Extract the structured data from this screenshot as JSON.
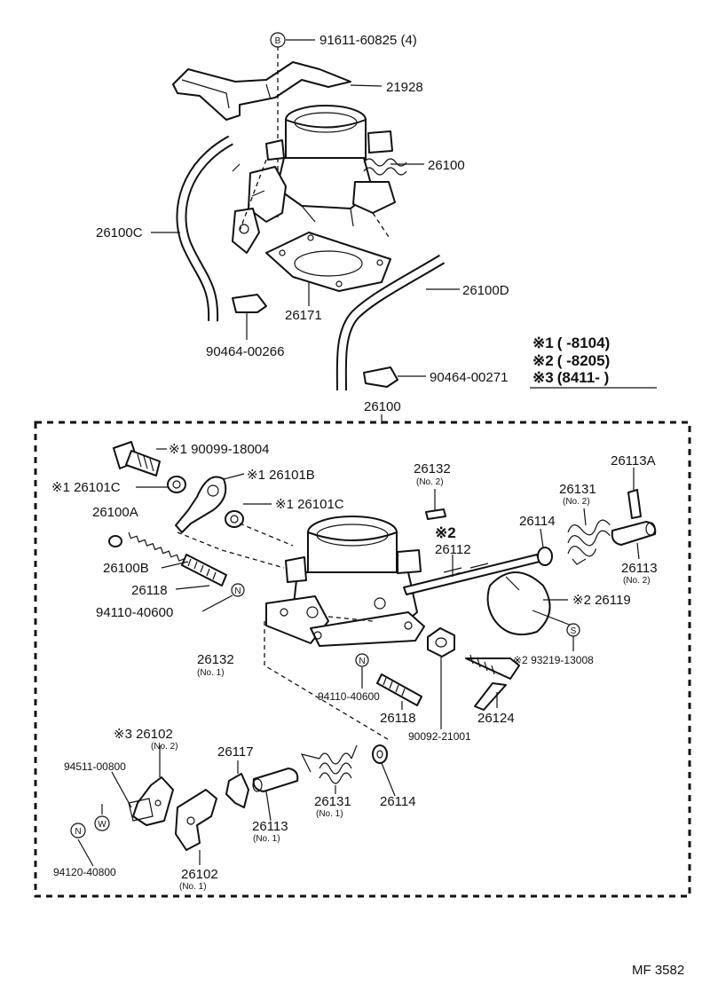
{
  "diagram": {
    "footer_code": "MF  3582",
    "assembly_label": "26100",
    "legend": [
      {
        "mark": "※1",
        "range": "(        -8104)"
      },
      {
        "mark": "※2",
        "range": "(        -8205)"
      },
      {
        "mark": "※3",
        "range": "(8411-        )"
      }
    ],
    "callouts": {
      "p91611": "91611-60825 (4)",
      "p21928": "21928",
      "p26100": "26100",
      "p26100C": "26100C",
      "p26100D": "26100D",
      "p26171": "26171",
      "p90464a": "90464-00266",
      "p90464b": "90464-00271",
      "p90099": "※1 90099-18004",
      "p26101C_a": "※1 26101C",
      "p26101B": "※1 26101B",
      "p26101C_b": "※1 26101C",
      "p26100A": "26100A",
      "p26100B": "26100B",
      "p26118a": "26118",
      "p94110a": "94110-40600",
      "p26132a": "26132",
      "p26132a_sub": "(No. 2)",
      "p26132b": "26132",
      "p26132b_sub": "(No. 1)",
      "p26112_mark": "※2",
      "p26112": "26112",
      "p26114a": "26114",
      "p26131a": "26131",
      "p26131a_sub": "(No. 2)",
      "p26113A": "26113A",
      "p26113a": "26113",
      "p26113a_sub": "(No. 2)",
      "p26119": "※2 26119",
      "p93219": "※2  93219-13008",
      "p94110b": "94110-40600",
      "p26118b": "26118",
      "p90092": "90092-21001",
      "p26124": "26124",
      "p26102a": "※3 26102",
      "p26102a_sub": "(No. 2)",
      "p94511": "94511-00800",
      "p94120": "94120-40800",
      "p26102b": "26102",
      "p26102b_sub": "(No. 1)",
      "p26117": "26117",
      "p26113b": "26113",
      "p26113b_sub": "(No. 1)",
      "p26131b": "26131",
      "p26131b_sub": "(No. 1)",
      "p26114b": "26114"
    },
    "symbols": {
      "B": "B",
      "N": "N",
      "S": "S",
      "W": "W"
    }
  }
}
